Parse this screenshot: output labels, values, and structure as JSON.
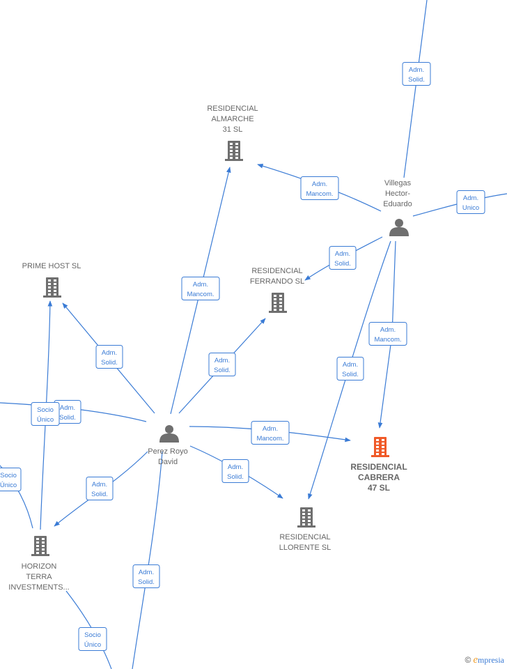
{
  "nodes": [
    {
      "id": "almarche",
      "type": "company",
      "label": [
        "RESIDENCIAL",
        "ALMARCHE",
        "31  SL"
      ],
      "highlight": false
    },
    {
      "id": "villegas",
      "type": "person",
      "label": [
        "Villegas",
        "Hector-",
        "Eduardo"
      ]
    },
    {
      "id": "primehost",
      "type": "company",
      "label": [
        "PRIME HOST  SL"
      ],
      "highlight": false
    },
    {
      "id": "ferrando",
      "type": "company",
      "label": [
        "RESIDENCIAL",
        "FERRANDO  SL"
      ],
      "highlight": false
    },
    {
      "id": "perez",
      "type": "person",
      "label": [
        "Perez Royo",
        "David"
      ]
    },
    {
      "id": "cabrera",
      "type": "company",
      "label": [
        "RESIDENCIAL",
        "CABRERA",
        "47  SL"
      ],
      "highlight": true
    },
    {
      "id": "llorente",
      "type": "company",
      "label": [
        "RESIDENCIAL",
        "LLORENTE  SL"
      ],
      "highlight": false
    },
    {
      "id": "horizon",
      "type": "company",
      "label": [
        "HORIZON",
        "TERRA",
        "INVESTMENTS..."
      ],
      "highlight": false
    }
  ],
  "edge_tags": [
    {
      "id": "t1",
      "lines": [
        "Adm.",
        "Solid."
      ]
    },
    {
      "id": "t2",
      "lines": [
        "Adm.",
        "Mancom."
      ]
    },
    {
      "id": "t3",
      "lines": [
        "Adm.",
        "Unico"
      ]
    },
    {
      "id": "t4",
      "lines": [
        "Adm.",
        "Solid."
      ]
    },
    {
      "id": "t5",
      "lines": [
        "Adm.",
        "Mancom."
      ]
    },
    {
      "id": "t6",
      "lines": [
        "Adm.",
        "Solid."
      ]
    },
    {
      "id": "t7",
      "lines": [
        "Adm.",
        "Mancom."
      ]
    },
    {
      "id": "t8",
      "lines": [
        "Adm.",
        "Solid."
      ]
    },
    {
      "id": "t9",
      "lines": [
        "Adm.",
        "Solid."
      ]
    },
    {
      "id": "t10",
      "lines": [
        "Adm.",
        "Solid."
      ]
    },
    {
      "id": "t11",
      "lines": [
        "Socio",
        "Único"
      ]
    },
    {
      "id": "t12",
      "lines": [
        "Adm.",
        "Mancom."
      ]
    },
    {
      "id": "t13",
      "lines": [
        "Adm.",
        "Solid."
      ]
    },
    {
      "id": "t14",
      "lines": [
        "Socio",
        "Único"
      ]
    },
    {
      "id": "t15",
      "lines": [
        "Adm.",
        "Solid."
      ]
    },
    {
      "id": "t16",
      "lines": [
        "Adm.",
        "Solid."
      ]
    },
    {
      "id": "t17",
      "lines": [
        "Socio",
        "Único"
      ]
    }
  ],
  "colors": {
    "edge": "#3a7bd5",
    "company": "#6f6f6f",
    "company_highlight": "#f05a28",
    "person": "#6f6f6f"
  },
  "brand": {
    "copyright": "©",
    "name": "mpresia",
    "initial": "e"
  }
}
